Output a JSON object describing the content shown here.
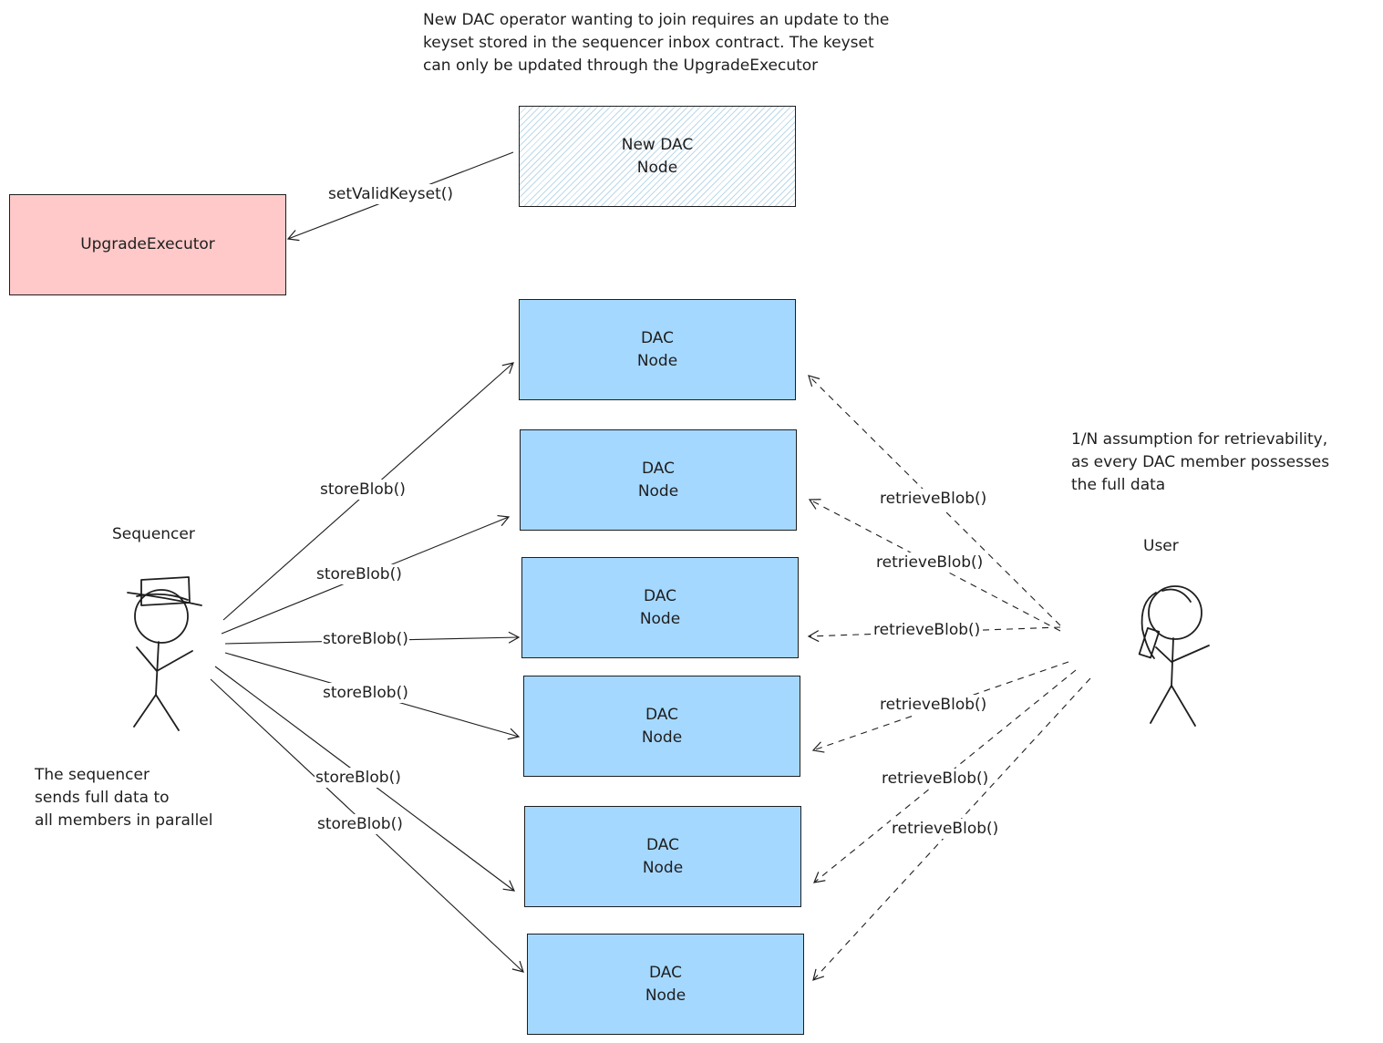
{
  "notes": {
    "top": "New DAC operator wanting to join requires an update to the\nkeyset stored in the sequencer inbox contract. The keyset\ncan only be updated through the UpgradeExecutor",
    "sequencer_note": "The sequencer\nsends full data to\nall members in parallel",
    "retrievability": "1/N assumption for retrievability,\nas every DAC member possesses\nthe full data"
  },
  "actors": {
    "sequencer": "Sequencer",
    "user": "User"
  },
  "boxes": {
    "upgrade_executor": "UpgradeExecutor",
    "new_dac_node": "New DAC\nNode",
    "dac_nodes": [
      "DAC\nNode",
      "DAC\nNode",
      "DAC\nNode",
      "DAC\nNode",
      "DAC\nNode",
      "DAC\nNode"
    ]
  },
  "edges": {
    "set_valid_keyset": "setValidKeyset()",
    "store_blob": [
      "storeBlob()",
      "storeBlob()",
      "storeBlob()",
      "storeBlob()",
      "storeBlob()",
      "storeBlob()"
    ],
    "retrieve_blob": [
      "retrieveBlob()",
      "retrieveBlob()",
      "retrieveBlob()",
      "retrieveBlob()",
      "retrieveBlob()",
      "retrieveBlob()"
    ]
  },
  "colors": {
    "dac_node_fill": "#a5d8ff",
    "upgrade_executor_fill": "#ffc9c9",
    "stroke": "#1e1e1e"
  }
}
